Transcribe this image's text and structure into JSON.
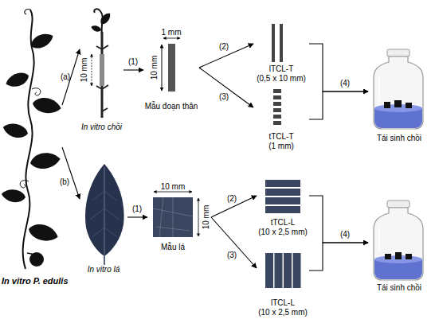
{
  "diagram": {
    "nodes": [
      {
        "text": [
          "In vitro P. edulis"
        ]
      },
      {
        "text": [
          "In vitro chồi"
        ]
      },
      {
        "text": [
          "Mẫu đoạn thân"
        ]
      },
      {
        "text": [
          "lTCL-T",
          "(0,5 x 10 mm)"
        ]
      },
      {
        "text": [
          "tTCL-T",
          "(1 mm)"
        ]
      },
      {
        "text": [
          "Tái sinh chồi"
        ]
      },
      {
        "text": [
          "In vitro lá"
        ]
      },
      {
        "text": [
          "Mẫu lá"
        ]
      },
      {
        "text": [
          "tTCL-L",
          "(10 x 2,5 mm)"
        ]
      },
      {
        "text": [
          "lTCL-L",
          "(10 x 2,5 mm)"
        ]
      },
      {
        "text": [
          "Tái sinh chồi"
        ]
      }
    ],
    "edges": [
      {
        "from": 0,
        "to": 1,
        "arrow": "to",
        "label": "(a)"
      },
      {
        "from": 1,
        "to": 2,
        "arrow": "to",
        "label": "(1)"
      },
      {
        "from": 2,
        "to": 3,
        "arrow": "to",
        "label": "(2)"
      },
      {
        "from": 2,
        "to": 4,
        "arrow": "to",
        "label": "(3)"
      },
      {
        "from": 3,
        "to": 5,
        "arrow": "to",
        "label": "(4)"
      },
      {
        "from": 4,
        "to": 5,
        "arrow": "to"
      },
      {
        "from": 0,
        "to": 6,
        "arrow": "to",
        "label": "(b)"
      },
      {
        "from": 6,
        "to": 7,
        "arrow": "to",
        "label": "(1)"
      },
      {
        "from": 7,
        "to": 8,
        "arrow": "to",
        "label": "(2)"
      },
      {
        "from": 7,
        "to": 9,
        "arrow": "to",
        "label": "(3)"
      },
      {
        "from": 8,
        "to": 10,
        "arrow": "to",
        "label": "(4)"
      },
      {
        "from": 9,
        "to": 10,
        "arrow": "to"
      }
    ],
    "labels": [
      "10 mm",
      "1 mm",
      "10 mm",
      "10 mm",
      "10 mm"
    ]
  }
}
